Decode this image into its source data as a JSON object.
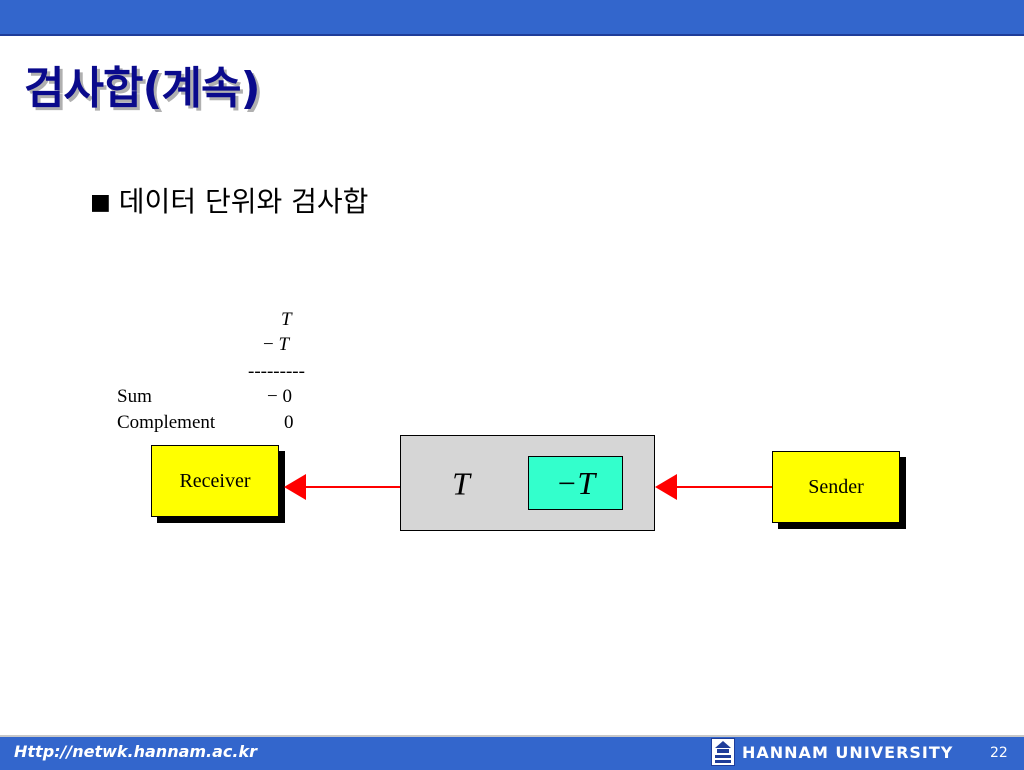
{
  "slide": {
    "title": "검사합(계속)",
    "bullet": "데이터 단위와 검사합",
    "bullet_marker": "■"
  },
  "calculation": {
    "line1": "T",
    "line2_sign": "−",
    "line2_value": "T",
    "separator": "---------",
    "sum_label": "Sum",
    "sum_value": "− 0",
    "complement_label": "Complement",
    "complement_value": "0"
  },
  "diagram": {
    "receiver_label": "Receiver",
    "sender_label": "Sender",
    "channel_data": "T",
    "channel_checksum": "−T",
    "colors": {
      "node_fill": "#ffff00",
      "channel_fill": "#d6d6d6",
      "checksum_fill": "#33ffcc",
      "arrow": "#ff0000"
    }
  },
  "footer": {
    "url": "Http://netwk.hannam.ac.kr",
    "university": "HANNAM  UNIVERSITY",
    "logo_icon": "hannam-logo-icon",
    "page_number": "22"
  }
}
